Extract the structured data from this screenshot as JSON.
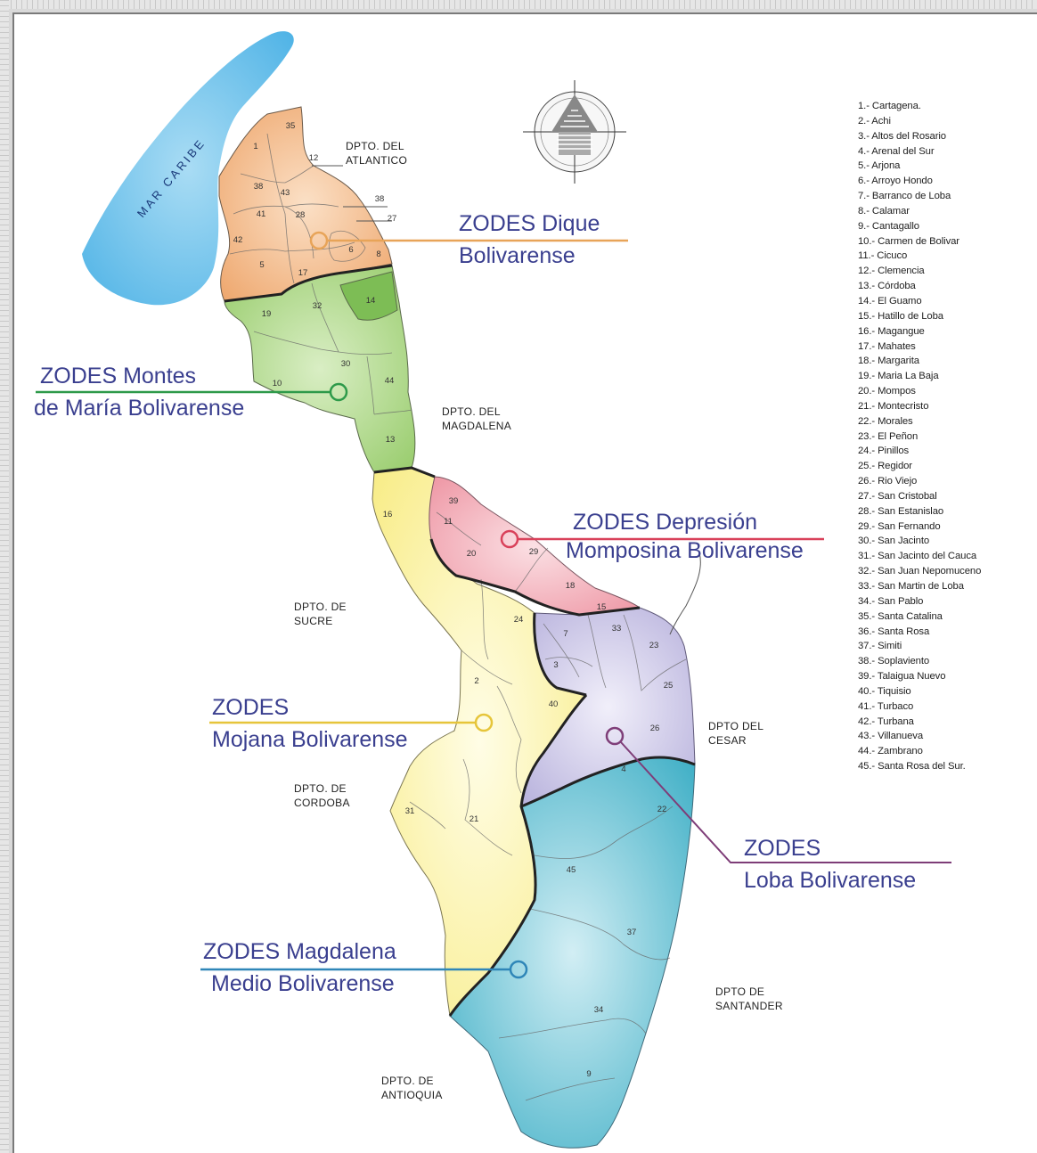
{
  "zodes_labels": [
    {
      "id": "dique",
      "line1": "ZODES Dique",
      "line2": "Bolivarense",
      "color": "#e8a458"
    },
    {
      "id": "montes",
      "line1": "ZODES Montes",
      "line2": "de María Bolivarense",
      "color": "#2e9a4a"
    },
    {
      "id": "depresion",
      "line1": "ZODES Depresión",
      "line2": "Momposina Bolivarense",
      "color": "#d9415a"
    },
    {
      "id": "mojana",
      "line1": "ZODES",
      "line2": "Mojana Bolivarense",
      "color": "#e6c53a"
    },
    {
      "id": "loba",
      "line1": "ZODES",
      "line2": "Loba Bolivarense",
      "color": "#7e3d78"
    },
    {
      "id": "magdalena",
      "line1": "ZODES Magdalena",
      "line2": "Medio Bolivarense",
      "color": "#2f86b8"
    }
  ],
  "departments": {
    "atlantico": [
      "DPTO. DEL",
      "ATLANTICO"
    ],
    "magdalena": [
      "DPTO. DEL",
      "MAGDALENA"
    ],
    "sucre": [
      "DPTO. DE",
      "SUCRE"
    ],
    "cesar": [
      "DPTO DEL",
      "CESAR"
    ],
    "cordoba": [
      "DPTO. DE",
      "CORDOBA"
    ],
    "santander": [
      "DPTO DE",
      "SANTANDER"
    ],
    "antioquia": [
      "DPTO. DE",
      "ANTIOQUIA"
    ]
  },
  "sea_label": "MAR CARIBE",
  "municipality_labels": [
    "35",
    "1",
    "12",
    "38",
    "43",
    "41",
    "28",
    "42",
    "6",
    "8",
    "5",
    "17",
    "38",
    "27",
    "19",
    "32",
    "14",
    "10",
    "30",
    "44",
    "13",
    "39",
    "11",
    "20",
    "29",
    "18",
    "15",
    "16",
    "24",
    "7",
    "33",
    "23",
    "3",
    "25",
    "2",
    "40",
    "26",
    "4",
    "22",
    "31",
    "21",
    "45",
    "37",
    "34",
    "9"
  ],
  "municipalities": [
    "1.- Cartagena.",
    "2.- Achi",
    "3.- Altos del Rosario",
    "4.- Arenal del Sur",
    "5.- Arjona",
    "6.- Arroyo Hondo",
    "7.- Barranco de Loba",
    "8.- Calamar",
    "9.- Cantagallo",
    "10.- Carmen de Bolivar",
    "11.- Cicuco",
    "12.- Clemencia",
    "13.- Córdoba",
    "14.- El Guamo",
    "15.- Hatillo de Loba",
    "16.- Magangue",
    "17.- Mahates",
    "18.- Margarita",
    "19.- Maria La Baja",
    "20.- Mompos",
    "21.- Montecristo",
    "22.- Morales",
    "23.- El Peñon",
    "24.- Pinillos",
    "25.- Regidor",
    "26.- Rio Viejo",
    "27.- San Cristobal",
    "28.- San Estanislao",
    "29.- San Fernando",
    "30.- San Jacinto",
    "31.- San Jacinto del Cauca",
    "32.- San Juan Nepomuceno",
    "33.- San Martin de Loba",
    "34.- San Pablo",
    "35.- Santa Catalina",
    "36.- Santa Rosa",
    "37.- Simiti",
    "38.- Soplaviento",
    "39.- Talaigua Nuevo",
    "40.- Tiquisio",
    "41.- Turbaco",
    "42.- Turbana",
    "43.- Villanueva",
    "44.- Zambrano",
    "45.- Santa Rosa del Sur."
  ],
  "colors": {
    "sea": "#6fc2ea",
    "dique": "#f0b27e",
    "montes": "#a8d382",
    "montes_dark": "#7dbd55",
    "depresion": "#f2a9b4",
    "mojana": "#fbf3a0",
    "loba": "#c9c4e4",
    "magdalena": "#5fbccd",
    "text_blue": "#3a3f8f"
  },
  "icons": [
    "compass-rose-icon"
  ]
}
